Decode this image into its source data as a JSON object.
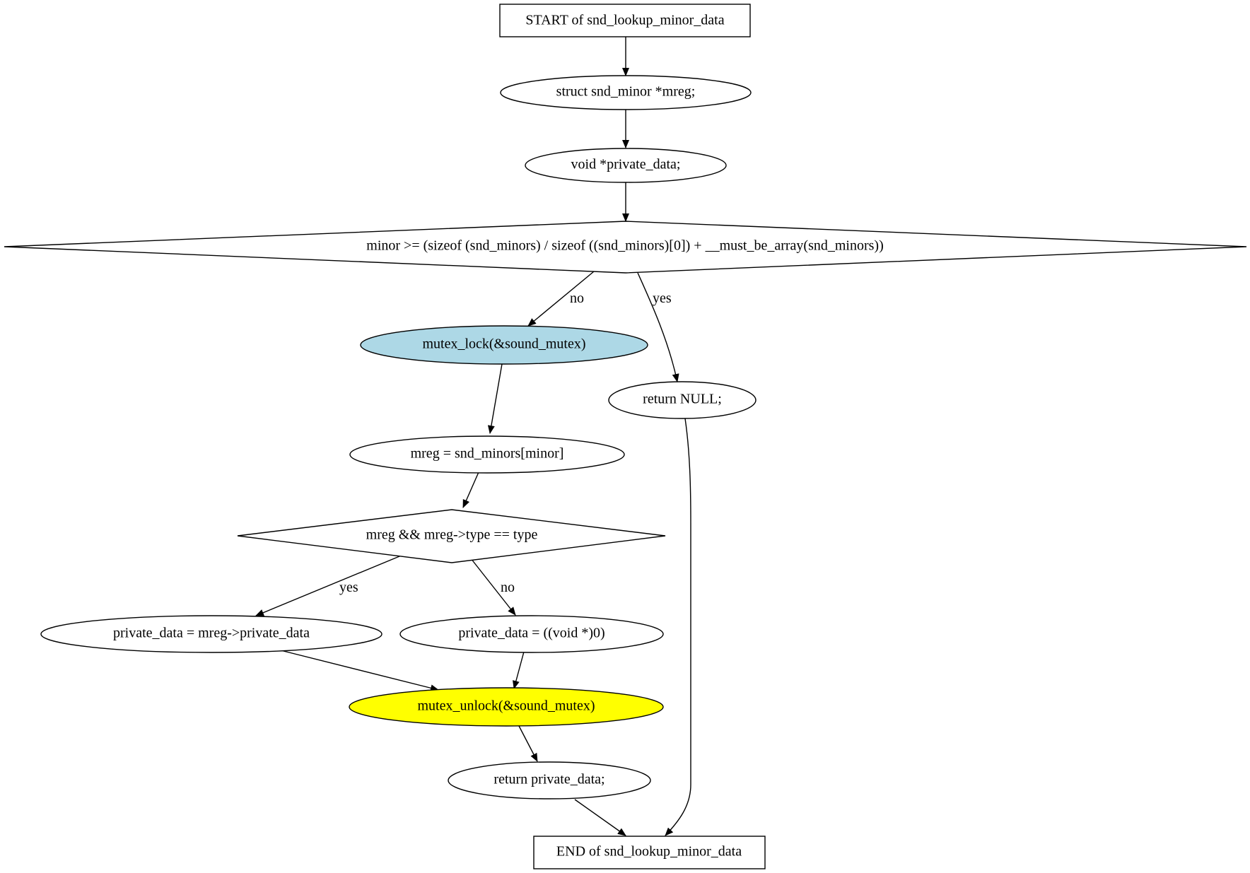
{
  "nodes": {
    "start": {
      "label": "START of snd_lookup_minor_data"
    },
    "decl_mreg": {
      "label": "struct snd_minor *mreg;"
    },
    "decl_private": {
      "label": "void *private_data;"
    },
    "cond_minor": {
      "label": "minor >= (sizeof (snd_minors) / sizeof ((snd_minors)[0]) + __must_be_array(snd_minors))"
    },
    "mutex_lock": {
      "label": "mutex_lock(&sound_mutex)",
      "fill": "#add8e6"
    },
    "return_null": {
      "label": "return NULL;"
    },
    "assign_mreg": {
      "label": "mreg = snd_minors[minor]"
    },
    "cond_type": {
      "label": "mreg && mreg->type == type"
    },
    "assign_private": {
      "label": "private_data = mreg->private_data"
    },
    "assign_null": {
      "label": "private_data = ((void *)0)"
    },
    "mutex_unlock": {
      "label": "mutex_unlock(&sound_mutex)",
      "fill": "#ffff00"
    },
    "return_private": {
      "label": "return private_data;"
    },
    "end": {
      "label": "END of snd_lookup_minor_data"
    }
  },
  "edge_labels": {
    "minor_no": "no",
    "minor_yes": "yes",
    "type_yes": "yes",
    "type_no": "no"
  }
}
